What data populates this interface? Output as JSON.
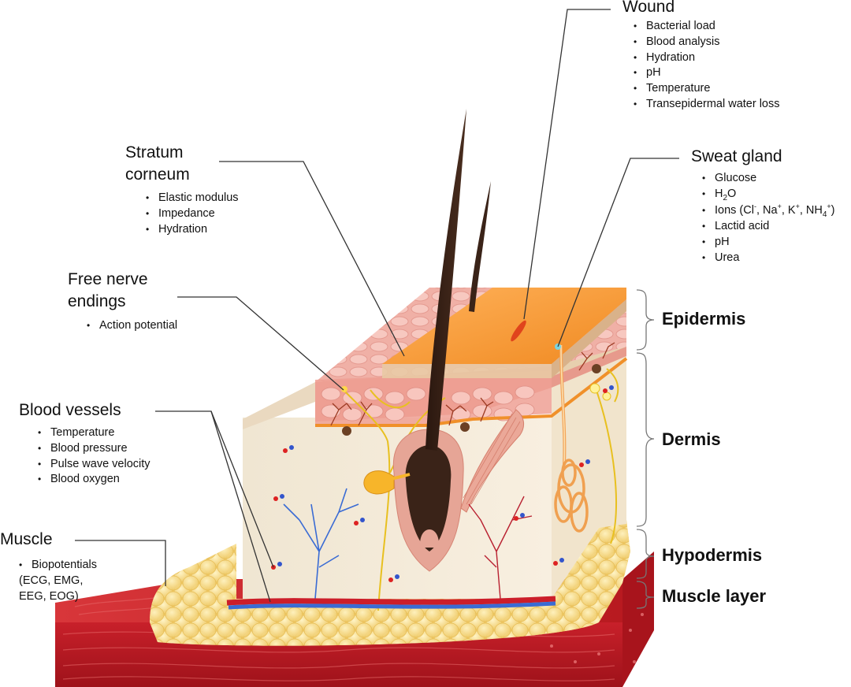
{
  "wound": {
    "title": "Wound",
    "items": [
      "Bacterial load",
      "Blood analysis",
      "Hydration",
      "pH",
      "Temperature",
      "Transepidermal water loss"
    ]
  },
  "stratum_corneum": {
    "title_line1": "Stratum",
    "title_line2": "corneum",
    "items": [
      "Elastic modulus",
      "Impedance",
      "Hydration"
    ]
  },
  "sweat_gland": {
    "title": "Sweat gland",
    "items": {
      "glucose": "Glucose",
      "h2o_h": "H",
      "h2o_sub": "2",
      "h2o_o": "O",
      "ions_a": "Ions (Cl",
      "ions_cl_sup": "-",
      "ions_b": ", Na",
      "ions_na_sup": "+",
      "ions_c": ", K",
      "ions_k_sup": "+",
      "ions_d": ", NH",
      "ions_nh_sub": "4",
      "ions_nh_sup": "+",
      "ions_e": ")",
      "lactid": "Lactid acid",
      "ph": "pH",
      "urea": "Urea"
    }
  },
  "free_nerve": {
    "title_line1": "Free nerve",
    "title_line2": "endings",
    "items": [
      "Action potential"
    ]
  },
  "blood_vessels": {
    "title": "Blood vessels",
    "items": [
      "Temperature",
      "Blood pressure",
      "Pulse wave velocity",
      "Blood oxygen"
    ]
  },
  "muscle": {
    "title": "Muscle",
    "items": [
      "Biopotentials",
      "(ECG, EMG,",
      "EEG, EOG)"
    ]
  },
  "layers": {
    "epidermis": "Epidermis",
    "dermis": "Dermis",
    "hypodermis": "Hypodermis",
    "muscle_layer": "Muscle layer"
  },
  "colors": {
    "epidermis_top": "#f6a03a",
    "dermis": "#f3e8d6",
    "fat": "#f8dc8a",
    "muscle": "#c81e23",
    "hair": "#3a2318",
    "leader_line": "#333333"
  }
}
